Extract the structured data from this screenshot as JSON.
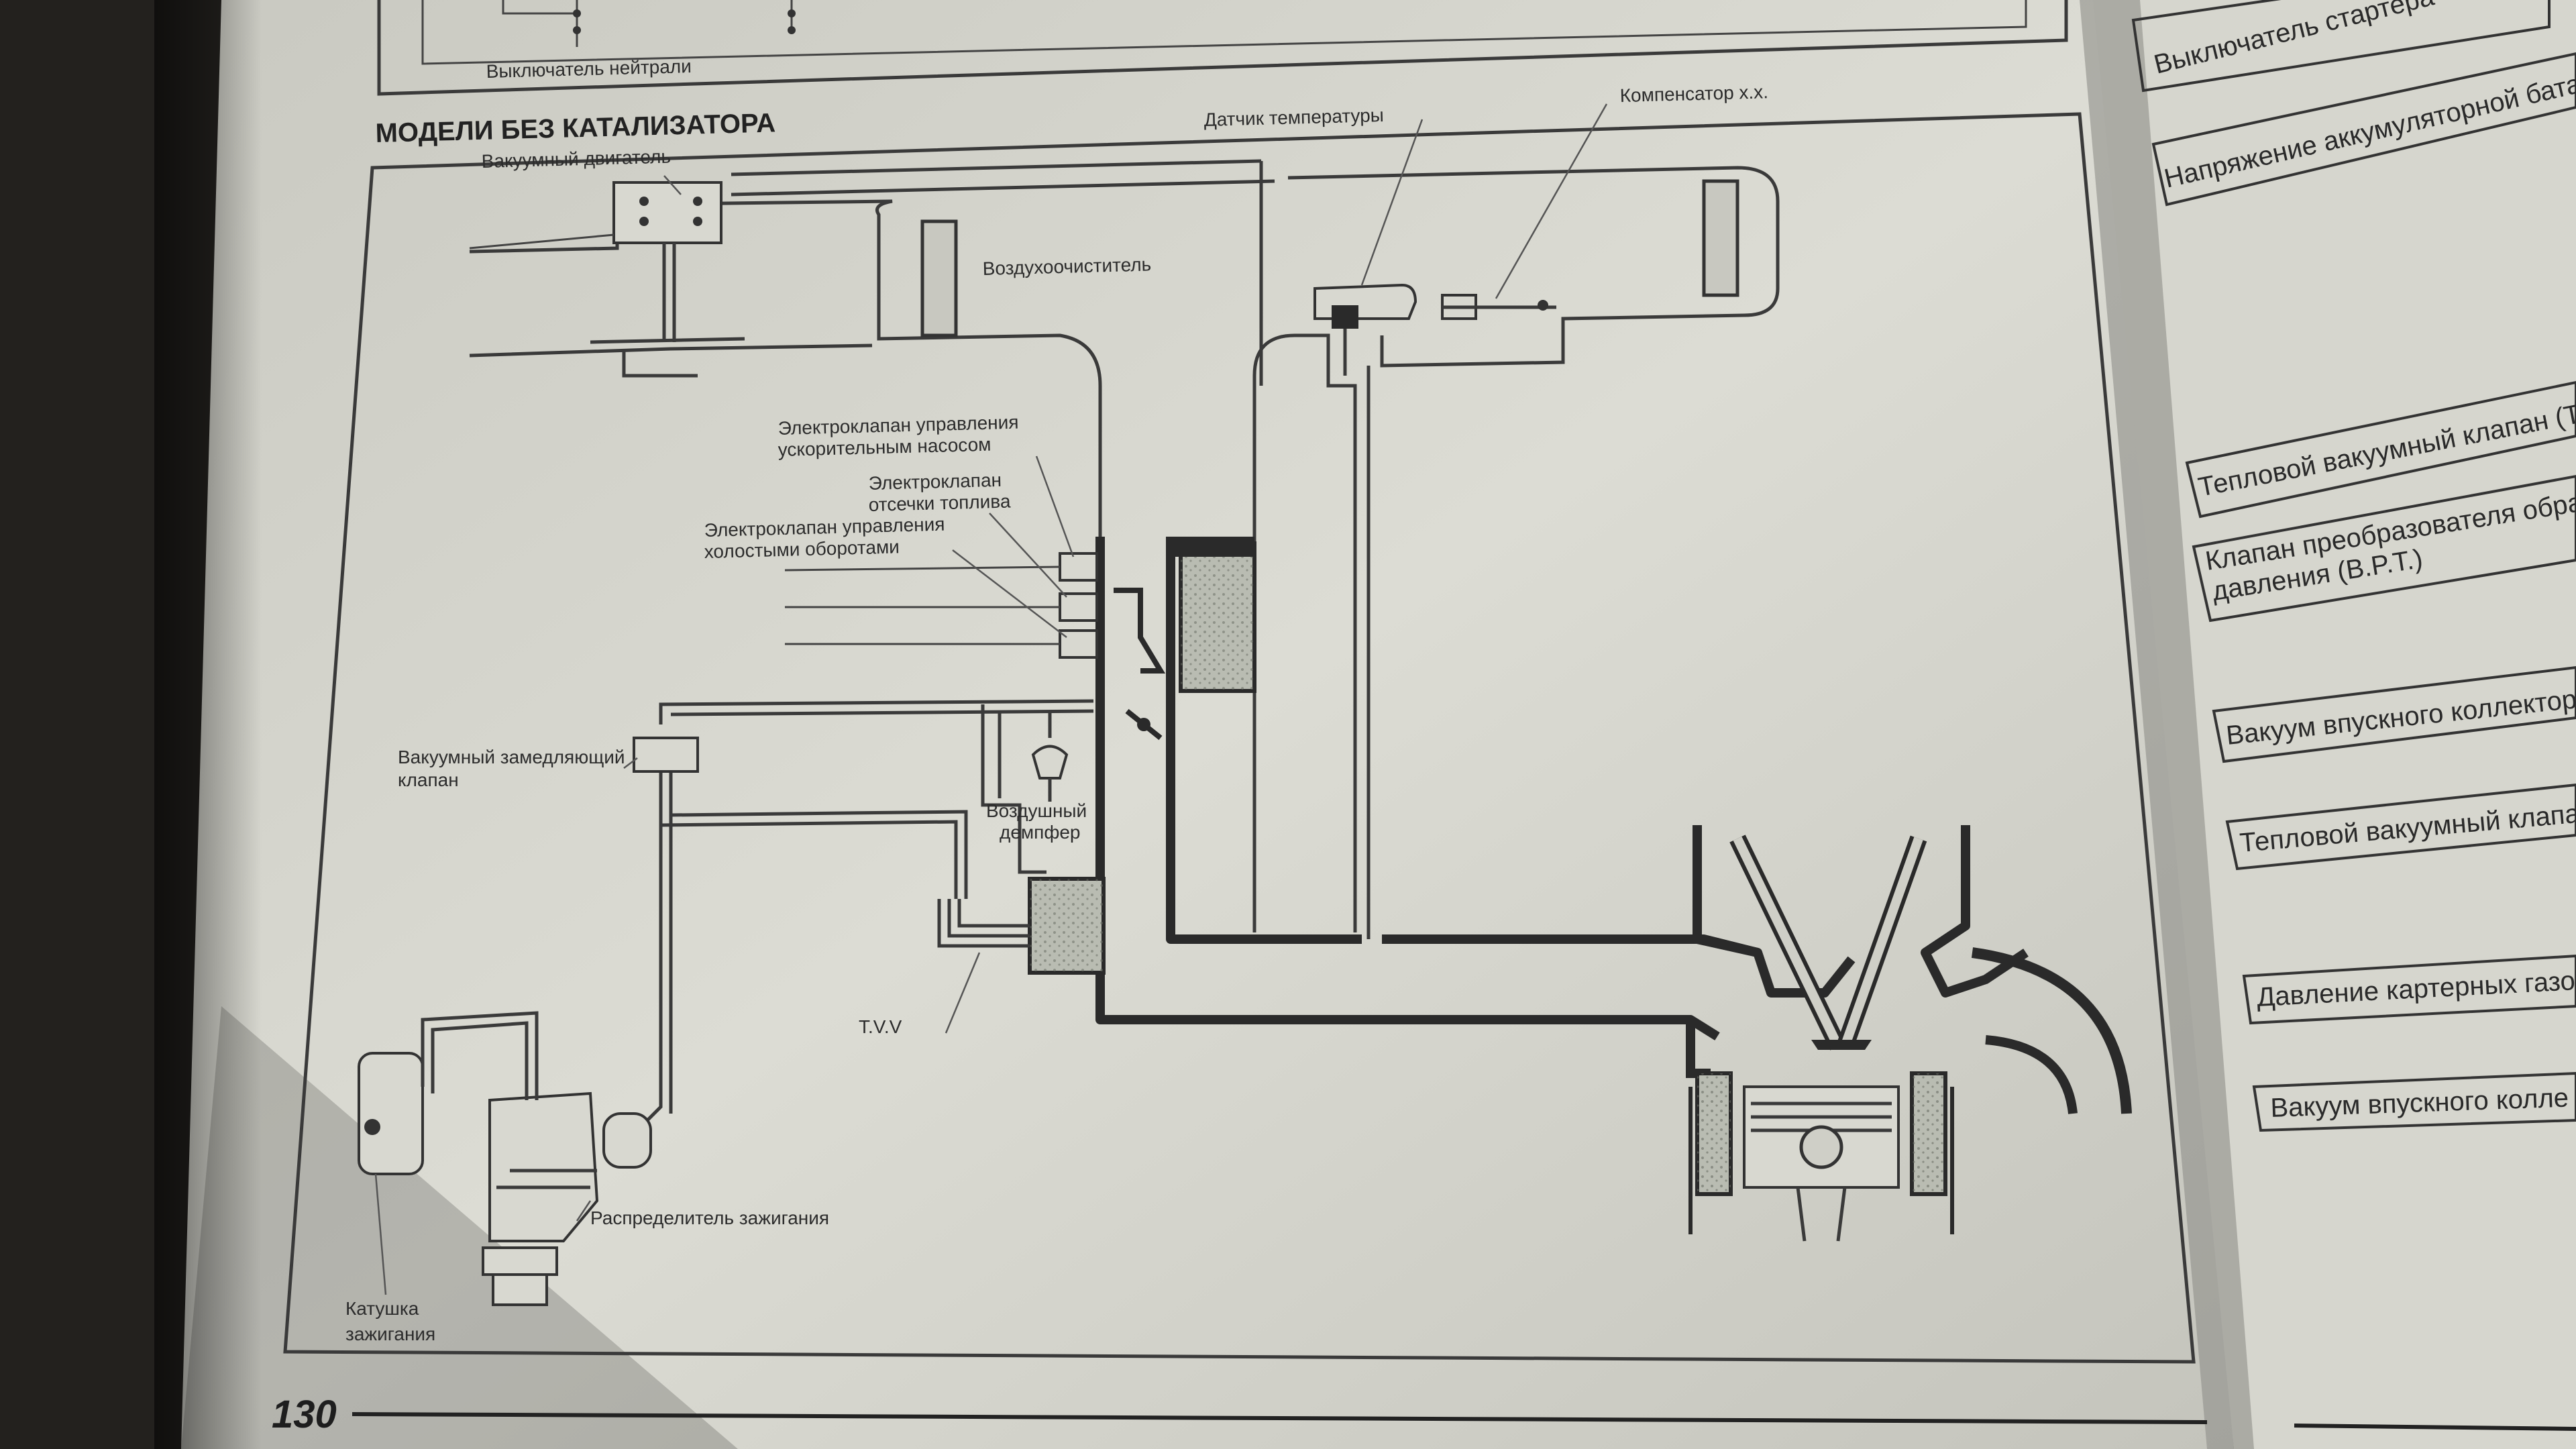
{
  "page": {
    "number": "130",
    "section_title": "МОДЕЛИ БЕЗ КАТАЛИЗАТОРА",
    "top_caption": "Выключатель нейтрали"
  },
  "labels": {
    "vacuum_motor": "Вакуумный двигатель",
    "air_cleaner": "Воздухоочиститель",
    "temp_sensor": "Датчик температуры",
    "idle_compensator": "Компенсатор х.х.",
    "accel_pump_solenoid_l1": "Электроклапан управления",
    "accel_pump_solenoid_l2": "ускорительным насосом",
    "fuel_cut_solenoid_l1": "Электроклапан",
    "fuel_cut_solenoid_l2": "отсечки топлива",
    "idle_solenoid_l1": "Электроклапан управления",
    "idle_solenoid_l2": "холостыми оборотами",
    "vacuum_delay_valve_l1": "Вакуумный замедляющий",
    "vacuum_delay_valve_l2": "клапан",
    "air_damper_l1": "Воздушный",
    "air_damper_l2": "демпфер",
    "tvv": "T.V.V",
    "distributor": "Распределитель зажигания",
    "ignition_coil_l1": "Катушка",
    "ignition_coil_l2": "зажигания"
  },
  "side_page": {
    "items": [
      "Выключатель стартера",
      "Напряжение аккумуляторной батар",
      "Тепловой вакуумный клапан (T",
      "Клапан преобразователя обра",
      "давления (B.P.T.)",
      "Вакуум впускного коллектор",
      "Тепловой вакуумный клапа",
      "Давление картерных газо",
      "Вакуум впускного колле"
    ]
  },
  "colors": {
    "paper": "#dcdcd4",
    "ink": "#2a2a2a"
  }
}
